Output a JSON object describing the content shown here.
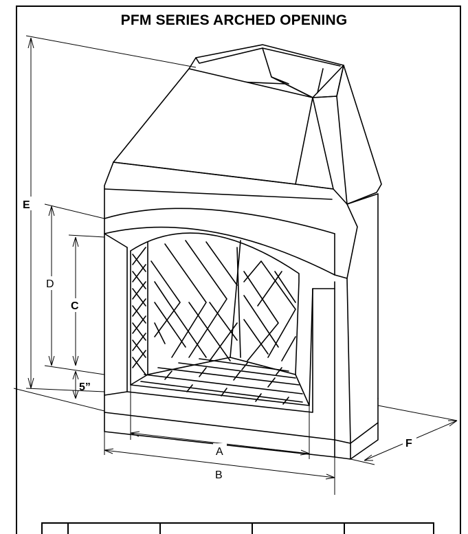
{
  "title": "PFM SERIES ARCHED OPENING",
  "dimensions": {
    "a": "A",
    "b": "B",
    "c": "C",
    "d": "D",
    "e": "E",
    "f": "F",
    "base": "5”"
  },
  "colors": {
    "line": "#000000",
    "background": "#ffffff"
  }
}
